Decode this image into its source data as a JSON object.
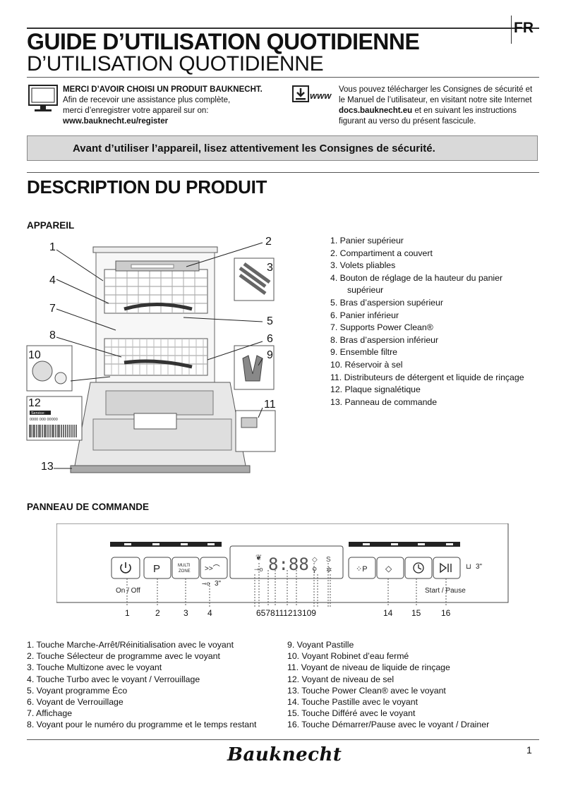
{
  "header": {
    "lang": "FR",
    "title_line1": "GUIDE D’UTILISATION QUOTIDIENNE",
    "title_line2": "D’UTILISATION QUOTIDIENNE"
  },
  "intro_left": {
    "heading": "MERCI D’AVOIR CHOISI UN PRODUIT BAUKNECHT.",
    "line1": "Afin de recevoir une assistance plus complète,",
    "line2": "merci d’enregistrer votre appareil sur on:",
    "url": "www.bauknecht.eu/register"
  },
  "intro_right": {
    "icon_text": "www",
    "line1": "Vous pouvez télécharger les Consignes de sécurité et",
    "line2": "le  Manuel de l’utilisateur, en visitant notre site Internet",
    "url": "docs.bauknecht.eu",
    "line3_rest": " et en suivant les instructions",
    "line4": "figurant au verso du présent fascicule."
  },
  "warning": "Avant d’utiliser l’appareil, lisez attentivement les Consignes de sécurité.",
  "section_title": "DESCRIPTION DU PRODUIT",
  "appliance": {
    "heading": "APPAREIL",
    "callouts": [
      "1",
      "2",
      "3",
      "4",
      "5",
      "6",
      "7",
      "8",
      "9",
      "10",
      "11",
      "12",
      "13"
    ],
    "rating_plate_label": "Service:",
    "rating_plate_code": "0000 000 00000",
    "parts": [
      "1.  Panier supérieur",
      "2.  Compartiment a couvert",
      "3.  Volets pliables",
      "4.  Bouton de réglage de la hauteur du panier",
      "supérieur",
      "5.  Bras d’aspersion supérieur",
      "6.  Panier inférieur",
      "7.  Supports Power Clean®",
      "8.  Bras d’aspersion inférieur",
      "9.  Ensemble filtre",
      "10.  Réservoir à sel",
      "11.  Distributeurs de détergent et liquide de rinçage",
      "12.  Plaque signalétique",
      "13.  Panneau de commande"
    ]
  },
  "control_panel": {
    "heading": "PANNEAU DE COMMANDE",
    "on_off": "On / Off",
    "multi_zone": "MULTI ZONE",
    "lock_time": "3\"",
    "drain_time": "3\"",
    "start_pause": "Start / Pause",
    "display": "8:88",
    "callout_numbers": [
      "1",
      "2",
      "3",
      "4",
      "6578111213109",
      "14",
      "15",
      "16"
    ],
    "legend_left": [
      "1.  Touche Marche-Arrêt/Réinitialisation avec le voyant",
      "2.  Touche Sélecteur de programme avec le voyant",
      "3.  Touche Multizone avec le voyant",
      "4.  Touche Turbo avec le voyant / Verrouillage",
      "5.  Voyant programme Éco",
      "6.  Voyant de Verrouillage",
      "7.  Affichage",
      "8.  Voyant pour le numéro du programme et le temps restant"
    ],
    "legend_right": [
      "9.  Voyant Pastille",
      "10.  Voyant Robinet d’eau fermé",
      "11.  Voyant de niveau de liquide de rinçage",
      "12.  Voyant de niveau de sel",
      "13.  Touche Power Clean® avec le voyant",
      "14.  Touche Pastille avec le voyant",
      "15.  Touche Différé avec le voyant",
      "16.  Touche Démarrer/Pause avec le voyant / Drainer"
    ]
  },
  "footer": {
    "brand": "Bauknecht",
    "page": "1"
  },
  "colors": {
    "warning_bg": "#d9d9d9",
    "rule": "#555555",
    "text": "#111111"
  }
}
